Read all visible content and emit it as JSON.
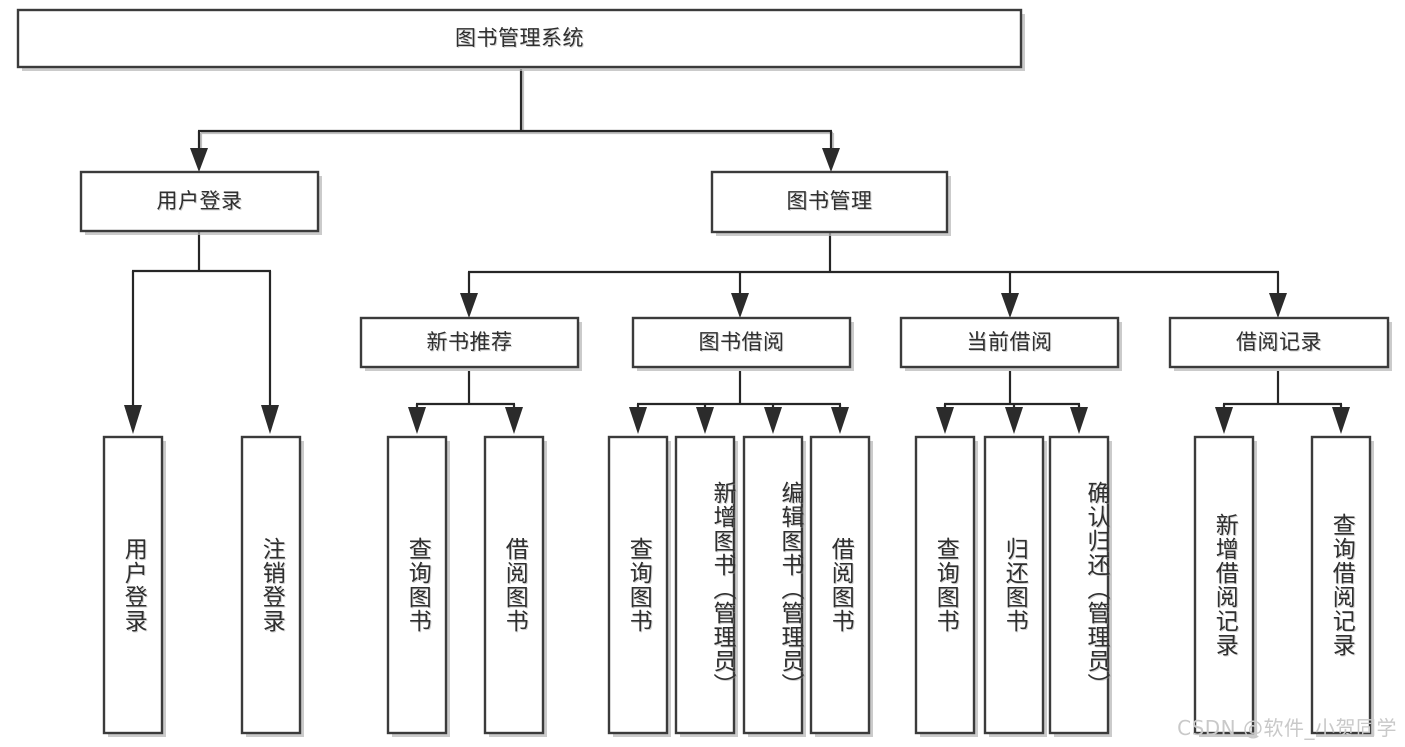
{
  "diagram": {
    "type": "tree-hierarchy-chart",
    "title": "图书管理系统",
    "watermark": "CSDN @软件_小贺同学",
    "colors": {
      "box_stroke": "#3b3b3b",
      "box_fill": "#ffffff",
      "connector": "#262626",
      "text": "#2f2f2f",
      "watermark": "#c9c9c9",
      "background": "#ffffff"
    },
    "root": {
      "label": "图书管理系统",
      "orientation": "horizontal"
    },
    "level2": [
      {
        "id": "user-login",
        "label": "用户登录",
        "orientation": "horizontal"
      },
      {
        "id": "book-manage",
        "label": "图书管理",
        "orientation": "horizontal"
      }
    ],
    "level3": [
      {
        "id": "new-book-recommend",
        "label": "新书推荐",
        "orientation": "horizontal",
        "parent": "book-manage"
      },
      {
        "id": "book-borrow",
        "label": "图书借阅",
        "orientation": "horizontal",
        "parent": "book-manage"
      },
      {
        "id": "current-borrow",
        "label": "当前借阅",
        "orientation": "horizontal",
        "parent": "book-manage"
      },
      {
        "id": "borrow-record",
        "label": "借阅记录",
        "orientation": "horizontal",
        "parent": "book-manage"
      }
    ],
    "leaves": {
      "user-login": [
        {
          "id": "leaf-user-login",
          "label": "用户登录",
          "orientation": "vertical"
        },
        {
          "id": "leaf-user-logout",
          "label": "注销登录",
          "orientation": "vertical"
        }
      ],
      "new-book-recommend": [
        {
          "id": "leaf-query-book-1",
          "label": "查询图书",
          "orientation": "vertical"
        },
        {
          "id": "leaf-borrow-book-1",
          "label": "借阅图书",
          "orientation": "vertical"
        }
      ],
      "book-borrow": [
        {
          "id": "leaf-query-book-2",
          "label": "查询图书",
          "orientation": "vertical"
        },
        {
          "id": "leaf-add-book",
          "label": "新增图书（管理员）",
          "orientation": "vertical"
        },
        {
          "id": "leaf-edit-book",
          "label": "编辑图书（管理员）",
          "orientation": "vertical"
        },
        {
          "id": "leaf-borrow-book-2",
          "label": "借阅图书",
          "orientation": "vertical"
        }
      ],
      "current-borrow": [
        {
          "id": "leaf-query-book-3",
          "label": "查询图书",
          "orientation": "vertical"
        },
        {
          "id": "leaf-return-book",
          "label": "归还图书",
          "orientation": "vertical"
        },
        {
          "id": "leaf-confirm-return",
          "label": "确认归还（管理员）",
          "orientation": "vertical"
        }
      ],
      "borrow-record": [
        {
          "id": "leaf-add-record",
          "label": "新增借阅记录",
          "orientation": "vertical"
        },
        {
          "id": "leaf-query-record",
          "label": "查询借阅记录",
          "orientation": "vertical"
        }
      ]
    }
  }
}
